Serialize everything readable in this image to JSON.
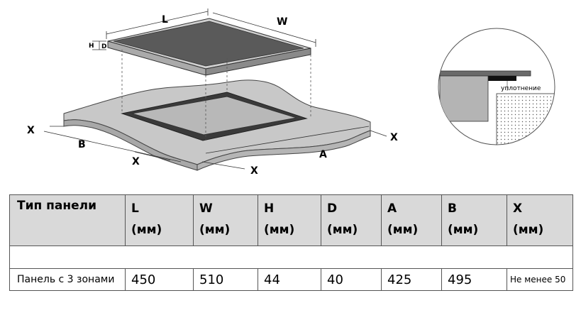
{
  "diagram": {
    "labels": {
      "L": "L",
      "W": "W",
      "H": "H",
      "D": "D",
      "X_left": "X",
      "B": "B",
      "X_bottom_left": "X",
      "X_bottom_mid": "X",
      "A": "A",
      "X_right": "X"
    },
    "seal_label": "уплотнение"
  },
  "table": {
    "headers": [
      {
        "name": "Тип панели",
        "unit": ""
      },
      {
        "name": "L",
        "unit": "(мм)"
      },
      {
        "name": "W",
        "unit": "(мм)"
      },
      {
        "name": "H",
        "unit": "(мм)"
      },
      {
        "name": "D",
        "unit": "(мм)"
      },
      {
        "name": "A",
        "unit": "(мм)"
      },
      {
        "name": "B",
        "unit": "(мм)"
      },
      {
        "name": "X",
        "unit": "(мм)"
      }
    ],
    "row": [
      "Панель с 3 зонами",
      "450",
      "510",
      "44",
      "40",
      "425",
      "495",
      "Не менее 50"
    ]
  }
}
